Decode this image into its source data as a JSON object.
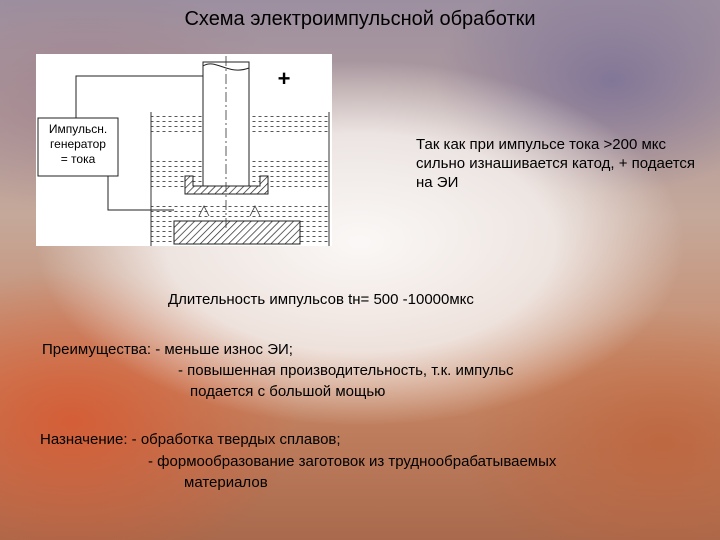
{
  "slide": {
    "title": "Схема электроимпульсной обработки",
    "diagram": {
      "generator_label": [
        "Импульсн.",
        "генератор",
        "= тока"
      ],
      "polarity": "+"
    },
    "note": "Так как при импульсе тока >200 мкс сильно изнашивается катод, + подается на ЭИ",
    "duration": "Длительность импульсов tн= 500 -10000мкс",
    "advantages": [
      "Преимущества: - меньше износ ЭИ;",
      "- повышенная производительность, т.к. импульс",
      "подается с большой мощью"
    ],
    "purpose": [
      "Назначение: - обработка твердых сплавов;",
      "- формообразование заготовок из труднообрабатываемых",
      "материалов"
    ]
  }
}
